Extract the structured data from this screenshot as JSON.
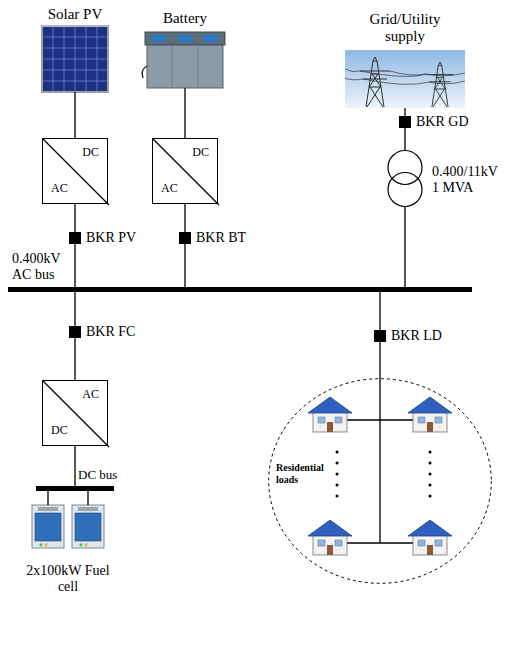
{
  "diagram": {
    "nodes": [
      {
        "text": [
          "Solar PV"
        ]
      },
      {
        "text": [
          "Battery"
        ]
      },
      {
        "text": [
          "Grid/Utility supply"
        ]
      },
      {
        "text": [
          "DC",
          "AC"
        ]
      },
      {
        "text": [
          "DC",
          "AC"
        ]
      },
      {
        "text": [
          "BKR GD"
        ]
      },
      {
        "text": [
          "0.400/11kV 1 MVA"
        ]
      },
      {
        "text": [
          "BKR PV"
        ]
      },
      {
        "text": [
          "BKR BT"
        ]
      },
      {
        "text": [
          "0.400kV AC bus"
        ]
      },
      {
        "text": [
          "BKR FC"
        ]
      },
      {
        "text": [
          "BKR LD"
        ]
      },
      {
        "text": [
          "AC",
          "DC"
        ]
      },
      {
        "text": [
          "DC bus"
        ]
      },
      {
        "text": [
          "2x100kW Fuel cell"
        ]
      },
      {
        "text": [
          "Residential loads"
        ]
      }
    ],
    "edges": [
      {
        "from": 0,
        "to": 3,
        "arrow": "none"
      },
      {
        "from": 3,
        "to": 7,
        "arrow": "none"
      },
      {
        "from": 7,
        "to": 9,
        "arrow": "none"
      },
      {
        "from": 1,
        "to": 4,
        "arrow": "none"
      },
      {
        "from": 4,
        "to": 8,
        "arrow": "none"
      },
      {
        "from": 8,
        "to": 9,
        "arrow": "none"
      },
      {
        "from": 2,
        "to": 5,
        "arrow": "none"
      },
      {
        "from": 5,
        "to": 6,
        "arrow": "none"
      },
      {
        "from": 6,
        "to": 9,
        "arrow": "none"
      },
      {
        "from": 9,
        "to": 10,
        "arrow": "none"
      },
      {
        "from": 10,
        "to": 12,
        "arrow": "none"
      },
      {
        "from": 12,
        "to": 13,
        "arrow": "none"
      },
      {
        "from": 13,
        "to": 14,
        "arrow": "none"
      },
      {
        "from": 9,
        "to": 11,
        "arrow": "none"
      },
      {
        "from": 11,
        "to": 15,
        "arrow": "none"
      }
    ]
  }
}
